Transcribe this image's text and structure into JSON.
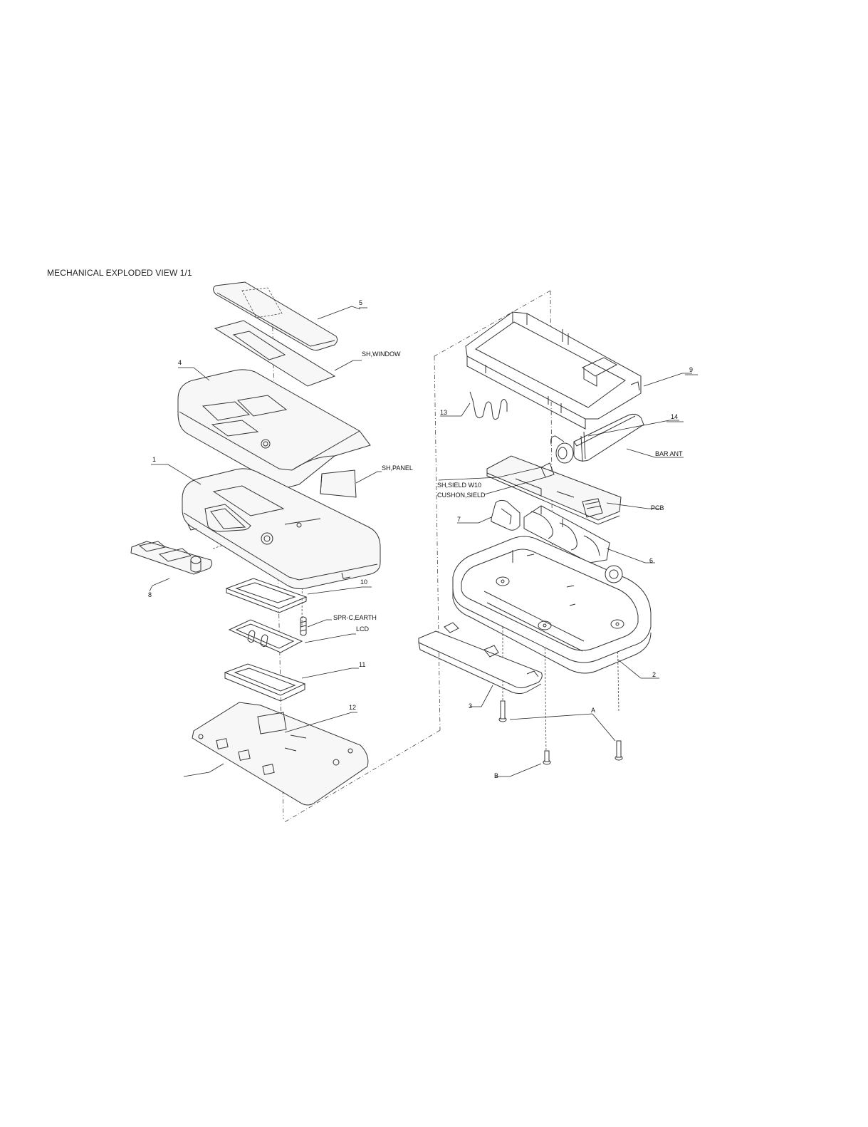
{
  "title": "MECHANICAL EXPLODED VIEW 1/1",
  "callouts": {
    "n5": "5",
    "sh_window": "SH,WINDOW",
    "n4": "4",
    "n1": "1",
    "sh_panel": "SH,PANEL",
    "n8": "8",
    "n10": "10",
    "spr_c_earth": "SPR-C,EARTH",
    "lcd": "LCD",
    "n11": "11",
    "n12": "12",
    "n9": "9",
    "n13": "13",
    "n14": "14",
    "bar_ant": "BAR ANT",
    "sh_sield_w10": "SH,SIELD W10",
    "cushon_sield": "CUSHON,SIELD",
    "pcb": "PCB",
    "n7": "7",
    "n6": "6",
    "n2": "2",
    "n3": "3",
    "a": "A",
    "b": "B"
  }
}
